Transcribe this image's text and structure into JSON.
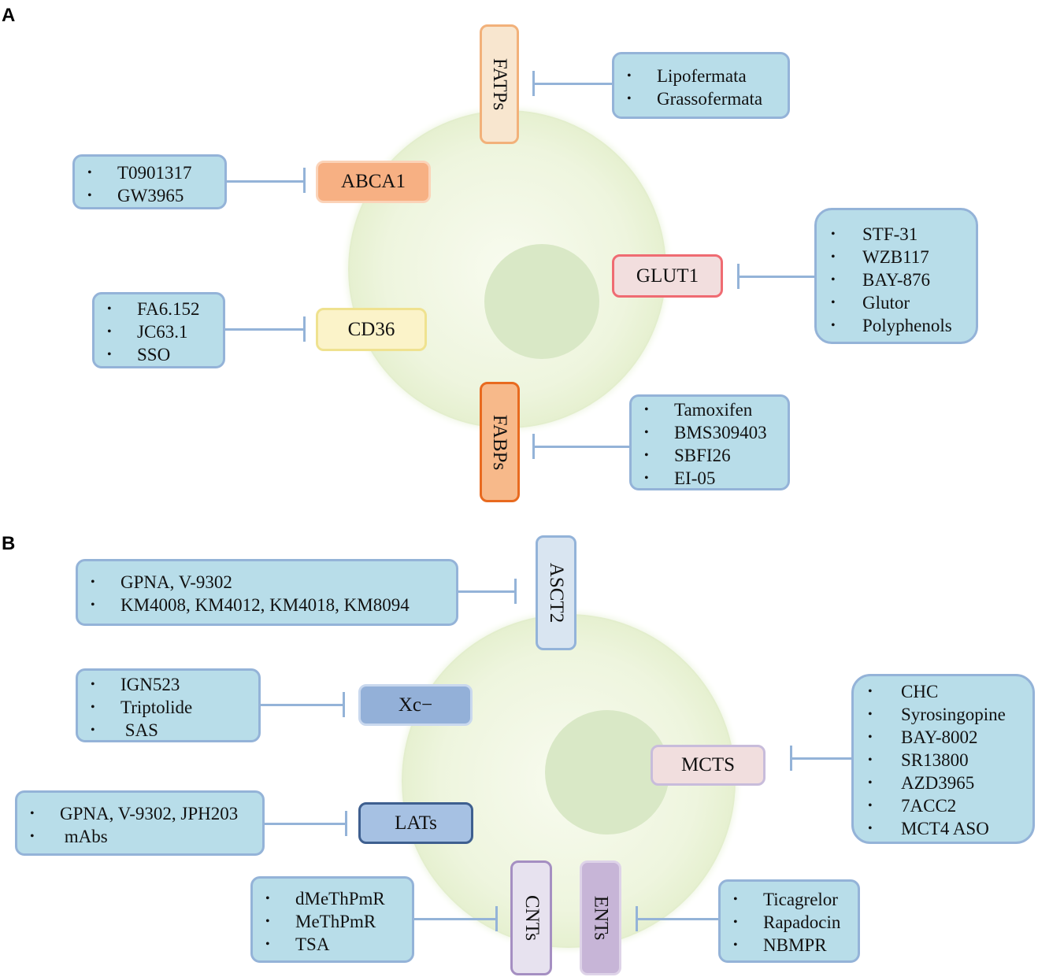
{
  "panel_a": {
    "label": "A",
    "transporters": {
      "fatps": "FATPs",
      "abca1": "ABCA1",
      "glut1": "GLUT1",
      "cd36": "CD36",
      "fabps": "FABPs"
    },
    "inhibitors": {
      "fatps": [
        "Lipofermata",
        "Grassofermata"
      ],
      "abca1": [
        "T0901317",
        "GW3965"
      ],
      "glut1": [
        "STF-31",
        "WZB117",
        "BAY-876",
        "Glutor",
        "Polyphenols"
      ],
      "cd36": [
        "FA6.152",
        "JC63.1",
        "SSO"
      ],
      "fabps": [
        "Tamoxifen",
        "BMS309403",
        "SBFI26",
        "EI-05"
      ]
    }
  },
  "panel_b": {
    "label": "B",
    "transporters": {
      "asct2": "ASCT2",
      "xc": "Xc−",
      "mcts": "MCTS",
      "lats": "LATs",
      "cnts": "CNTs",
      "ents": "ENTs"
    },
    "inhibitors": {
      "asct2": [
        "GPNA, V-9302",
        "KM4008, KM4012, KM4018, KM8094"
      ],
      "xc": [
        "IGN523",
        "Triptolide",
        " SAS"
      ],
      "mcts": [
        "CHC",
        "Syrosingopine",
        "BAY-8002",
        "SR13800",
        "AZD3965",
        "7ACC2",
        "MCT4 ASO"
      ],
      "lats": [
        "GPNA, V-9302, JPH203",
        " mAbs"
      ],
      "cnts": [
        "dMeThPmR",
        "MeThPmR",
        "TSA"
      ],
      "ents": [
        "Ticagrelor",
        "Rapadocin",
        "NBMPR"
      ]
    }
  },
  "colors": {
    "box_fill": "#b8dde9",
    "box_border": "#94b3d8",
    "fatps": "#f8e6cf",
    "abca1": "#f7b083",
    "glut1": "#f2dede",
    "cd36": "#fbf3c9",
    "fabps": "#f7b98a",
    "asct2": "#d9e5f1",
    "xc": "#93b0d8",
    "mcts": "#f1dede",
    "lats": "#a6c1e3",
    "cnts": "#e7e2ef",
    "ents": "#c7b5d7"
  }
}
